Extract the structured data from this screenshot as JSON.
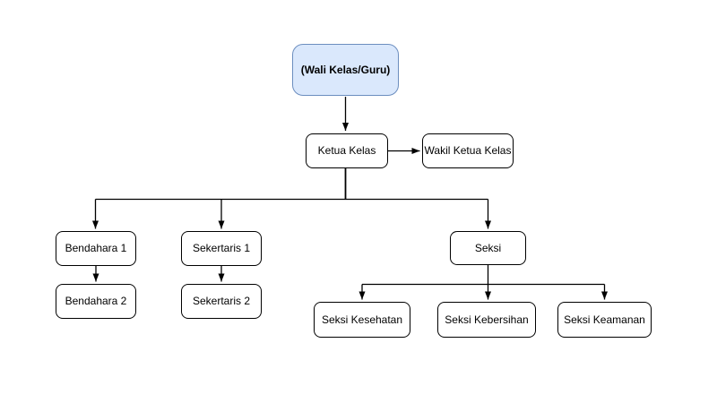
{
  "diagram": {
    "background": "#ffffff",
    "connector_color": "#000000",
    "root_fill": "#dae8fc",
    "root_border": "#6c8ebf",
    "node_fill": "#ffffff",
    "node_border": "#000000",
    "nodes": [
      {
        "id": "wali-kelas-guru",
        "label": "(Wali Kelas/Guru)",
        "style": "root"
      },
      {
        "id": "ketua-kelas",
        "label": "Ketua Kelas",
        "style": "default"
      },
      {
        "id": "wakil-ketua-kelas",
        "label": "Wakil Ketua Kelas",
        "style": "default"
      },
      {
        "id": "bendahara-1",
        "label": "Bendahara 1",
        "style": "default"
      },
      {
        "id": "bendahara-2",
        "label": "Bendahara 2",
        "style": "default"
      },
      {
        "id": "sekertaris-1",
        "label": "Sekertaris 1",
        "style": "default"
      },
      {
        "id": "sekertaris-2",
        "label": "Sekertaris 2",
        "style": "default"
      },
      {
        "id": "seksi",
        "label": "Seksi",
        "style": "default"
      },
      {
        "id": "seksi-kesehatan",
        "label": "Seksi Kesehatan",
        "style": "default"
      },
      {
        "id": "seksi-kebersihan",
        "label": "Seksi Kebersihan",
        "style": "default"
      },
      {
        "id": "seksi-keamanan",
        "label": "Seksi Keamanan",
        "style": "default"
      }
    ],
    "edges": [
      {
        "from": "wali-kelas-guru",
        "to": "ketua-kelas"
      },
      {
        "from": "ketua-kelas",
        "to": "wakil-ketua-kelas"
      },
      {
        "from": "ketua-kelas",
        "to": "bendahara-1"
      },
      {
        "from": "ketua-kelas",
        "to": "sekertaris-1"
      },
      {
        "from": "ketua-kelas",
        "to": "seksi"
      },
      {
        "from": "bendahara-1",
        "to": "bendahara-2"
      },
      {
        "from": "sekertaris-1",
        "to": "sekertaris-2"
      },
      {
        "from": "seksi",
        "to": "seksi-kesehatan"
      },
      {
        "from": "seksi",
        "to": "seksi-kebersihan"
      },
      {
        "from": "seksi",
        "to": "seksi-keamanan"
      }
    ]
  }
}
